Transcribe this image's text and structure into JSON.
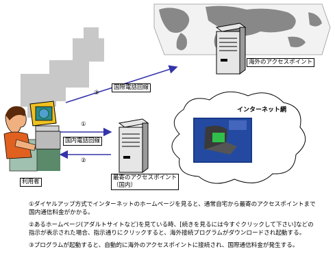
{
  "labels": {
    "overseas_access_point": "海外のアクセスポイント",
    "international_line_marker": "③",
    "international_line": "国際電話回線",
    "internet_network": "インターネット網",
    "domestic_marker_1": "①",
    "domestic_line": "国内電話回線",
    "domestic_marker_2": "②",
    "user": "利用者",
    "nearest_access_point_line1": "最寄のアクセスポイント",
    "nearest_access_point_line2": "（国内）"
  },
  "notes": [
    "①ダイヤルアップ方式でインターネットのホームページを見ると、通常自宅から最寄のアクセスポイントまで国内通信料金がかかる。",
    "②あるホームページ(アダルトサイトなど)を見ている時、[続きを見るには今すぐクリックして下さい]などの指示が表示された場合、指示通りにクリックすると、海外接続プログラムがダウンロードされ起動する。",
    "③プログラムが起動すると、自動的に海外のアクセスポイントに接続され、国際通信料金が発生する。"
  ],
  "colors": {
    "arrow": "#3333aa",
    "map_background_gray": "#c8c8c8",
    "world_map_land": "#888888",
    "screen_blue": "#1a3a8a"
  }
}
